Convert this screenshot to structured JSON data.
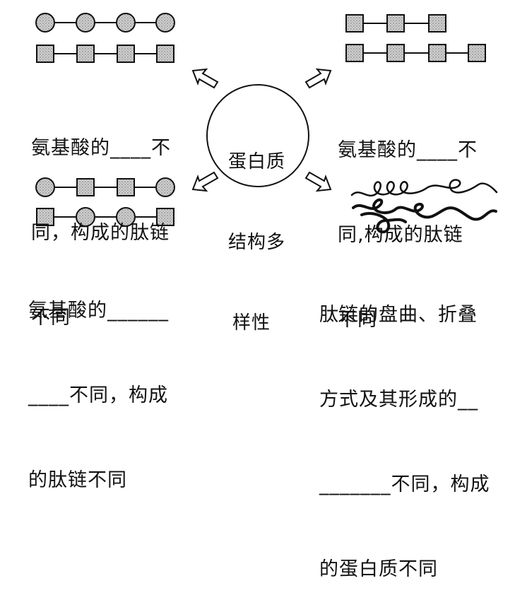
{
  "center": {
    "lines": [
      "蛋白质",
      "结构多",
      "样性"
    ]
  },
  "panels": {
    "top_left": {
      "lines": [
        "氨基酸的____不",
        "同，构成的肽链",
        "不同"
      ]
    },
    "top_right": {
      "lines": [
        "氨基酸的____不",
        "同,构成的肽链",
        "不同"
      ]
    },
    "bottom_left": {
      "lines": [
        "氨基酸的______",
        "____不同，构成",
        "的肽链不同"
      ]
    },
    "bottom_right": {
      "lines": [
        "肽链的盘曲、折叠",
        "方式及其形成的__",
        "_______不同，构成",
        "的蛋白质不同"
      ]
    }
  }
}
